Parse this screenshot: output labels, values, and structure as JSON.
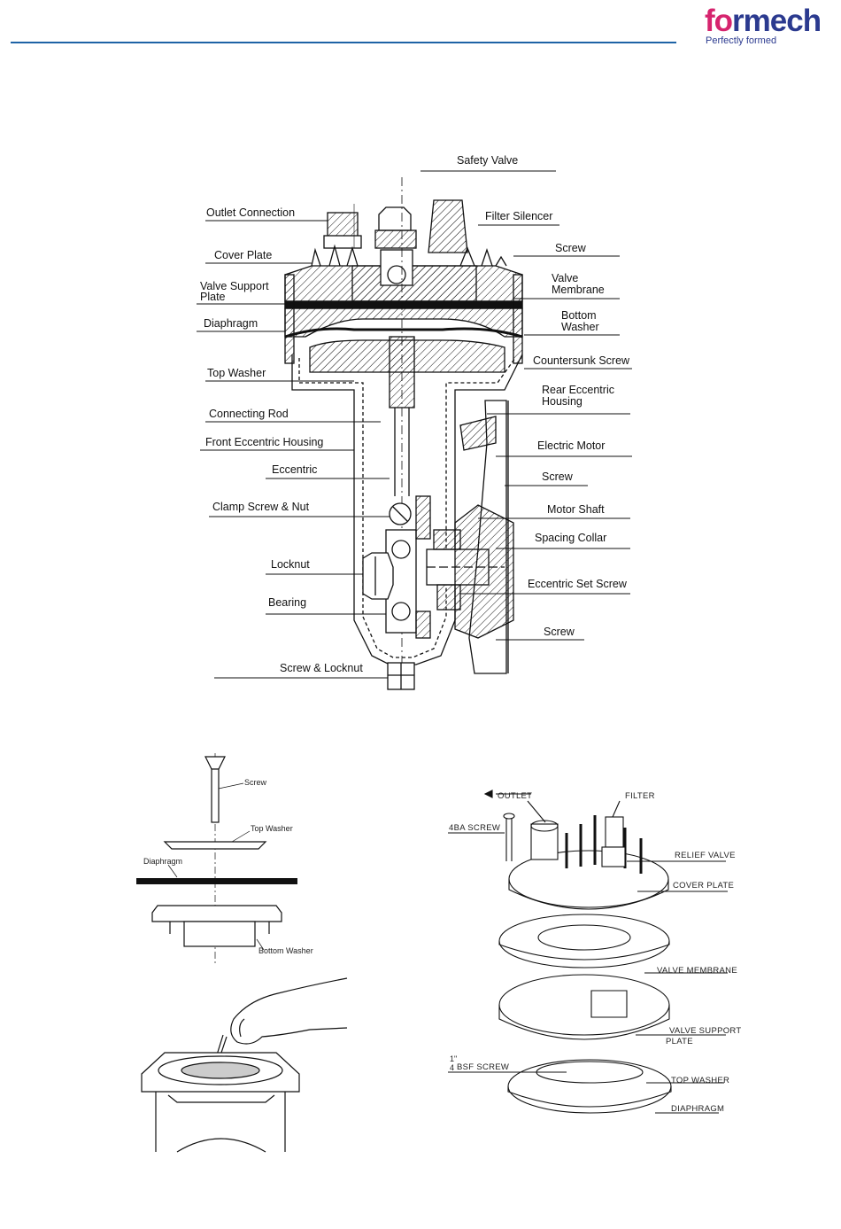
{
  "header": {
    "brand_start": "fo",
    "brand_end": "rmech",
    "tagline": "Perfectly formed"
  },
  "diagram1": {
    "labels_left": [
      {
        "text": "Outlet Connection"
      },
      {
        "text": "Cover Plate"
      },
      {
        "text": "Valve Support"
      },
      {
        "text": "Plate"
      },
      {
        "text": "Diaphragm"
      },
      {
        "text": "Top Washer"
      },
      {
        "text": "Connecting Rod"
      },
      {
        "text": "Front Eccentric Housing"
      },
      {
        "text": "Eccentric"
      },
      {
        "text": "Clamp Screw & Nut"
      },
      {
        "text": "Locknut"
      },
      {
        "text": "Bearing"
      },
      {
        "text": "Screw & Locknut"
      }
    ],
    "labels_right": [
      {
        "text": "Safety Valve"
      },
      {
        "text": "Filter Silencer"
      },
      {
        "text": "Screw"
      },
      {
        "text": "Valve"
      },
      {
        "text": "Membrane"
      },
      {
        "text": "Bottom"
      },
      {
        "text": "Washer"
      },
      {
        "text": "Countersunk Screw"
      },
      {
        "text": "Rear Eccentric"
      },
      {
        "text": "Housing"
      },
      {
        "text": "Electric Motor"
      },
      {
        "text": "Screw"
      },
      {
        "text": "Motor Shaft"
      },
      {
        "text": "Spacing Collar"
      },
      {
        "text": "Eccentric Set Screw"
      },
      {
        "text": "Screw"
      }
    ]
  },
  "diagram2": {
    "screw": "Screw",
    "top_washer": "Top Washer",
    "diaphragm": "Diaphragm",
    "bottom_washer": "Bottom Washer"
  },
  "diagram4": {
    "outlet": "OUTLET",
    "filter": "FILTER",
    "screw_4ba": "4BA SCREW",
    "relief_valve": "RELIEF VALVE",
    "cover_plate": "COVER PLATE",
    "valve_membrane": "VALVE MEMBRANE",
    "valve_support_1": "VALVE SUPPORT",
    "valve_support_2": "PLATE",
    "bsf_frac": "1\"",
    "bsf_frac_den": "4",
    "bsf_screw": "BSF SCREW",
    "top_washer": "TOP WASHER",
    "diaphragm": "DIAPHRAGM"
  }
}
